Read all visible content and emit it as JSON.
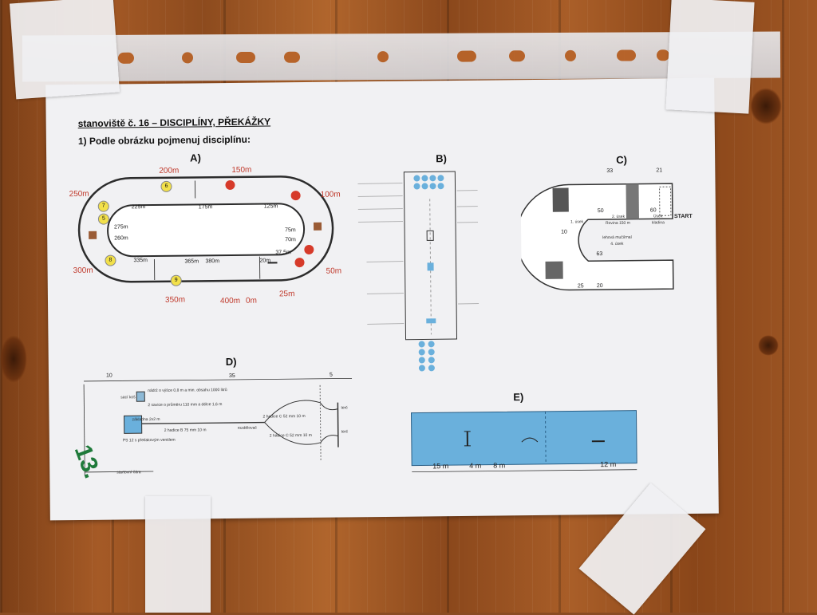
{
  "sheet": {
    "heading": "stanoviště č. 16 – DISCIPLÍNY, PŘEKÁŽKY",
    "question": "1) Podle obrázku pojmenuj disciplínu:",
    "handwritten": "13."
  },
  "diagrams": {
    "a": {
      "label": "A)",
      "outer_marks": [
        "200m",
        "150m",
        "250m",
        "100m",
        "300m",
        "50m",
        "350m",
        "400m",
        "0m",
        "25m"
      ],
      "inner_marks": [
        "225m",
        "175m",
        "125m",
        "275m",
        "260m",
        "75m",
        "70m",
        "37.5m",
        "335m",
        "365m",
        "380m",
        "20m"
      ],
      "badges": [
        "6",
        "7",
        "5",
        "8",
        "9"
      ]
    },
    "b": {
      "label": "B)"
    },
    "c": {
      "label": "C)",
      "numbers": [
        "33",
        "21",
        "50",
        "60",
        "63",
        "10",
        "25",
        "20"
      ],
      "texts": [
        "START",
        "2. úsek",
        "Rovina 150 m",
        "1. úsek",
        "Úsek",
        "kladina",
        "lehová mučiírnaí",
        "4. úsek"
      ]
    },
    "d": {
      "label": "D)",
      "dims": [
        "10",
        "35",
        "5"
      ],
      "notes": [
        "nádrž o výšce 0,8 m a min. obsahu 1000 litrů",
        "2 savice o průměru 110 mm a délce 1,6 m",
        "sací koš",
        "základna 2x2 m",
        "PS 12 s přetlakovým ventilem",
        "2 hadice B 75 mm 10 m",
        "rozdělovač",
        "2 hadice C 52 mm 10 m",
        "2 hadice C 52 mm 10 m",
        "terč",
        "terč",
        "startovní čára"
      ]
    },
    "e": {
      "label": "E)",
      "dims": [
        "15 m",
        "4 m",
        "8 m",
        "12 m"
      ]
    }
  },
  "colors": {
    "pool": "#6ab0dc",
    "marker_red": "#d63a2a",
    "marker_yellow": "#f2e04a",
    "track_line": "#2c2c2c"
  }
}
